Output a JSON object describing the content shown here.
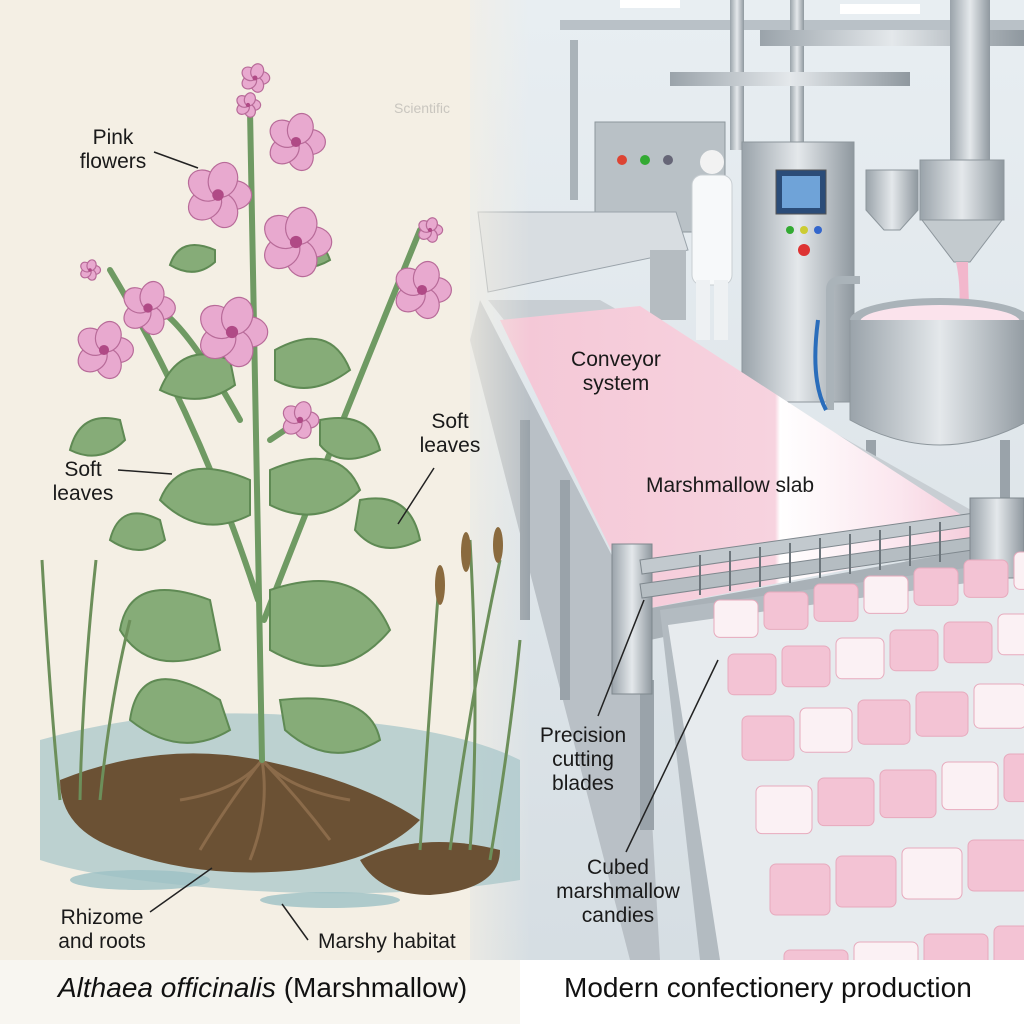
{
  "watermark": "Scientific",
  "left_panel": {
    "labels": {
      "pink_flowers": [
        "Pink",
        "flowers"
      ],
      "soft_leaves_left": [
        "Soft",
        "leaves"
      ],
      "soft_leaves_right": [
        "Soft",
        "leaves"
      ],
      "rhizome": [
        "Rhizome",
        "and roots"
      ],
      "marshy": "Marshy habitat"
    },
    "caption_species": "Althaea officinalis",
    "caption_common": "(Marshmallow)"
  },
  "right_panel": {
    "labels": {
      "conveyor": [
        "Conveyor",
        "system"
      ],
      "slab": "Marshmallow slab",
      "blades": [
        "Precision",
        "cutting",
        "blades"
      ],
      "cubes": [
        "Cubed",
        "marshmallow",
        "candies"
      ]
    },
    "caption": "Modern confectionery production"
  },
  "colors": {
    "parchment": "#f4efe4",
    "flower_pink": "#e8a9cf",
    "leaf_green": "#7fa874",
    "steel": "#c9cfd4",
    "marshmallow_pink": "#f3c3d4"
  }
}
